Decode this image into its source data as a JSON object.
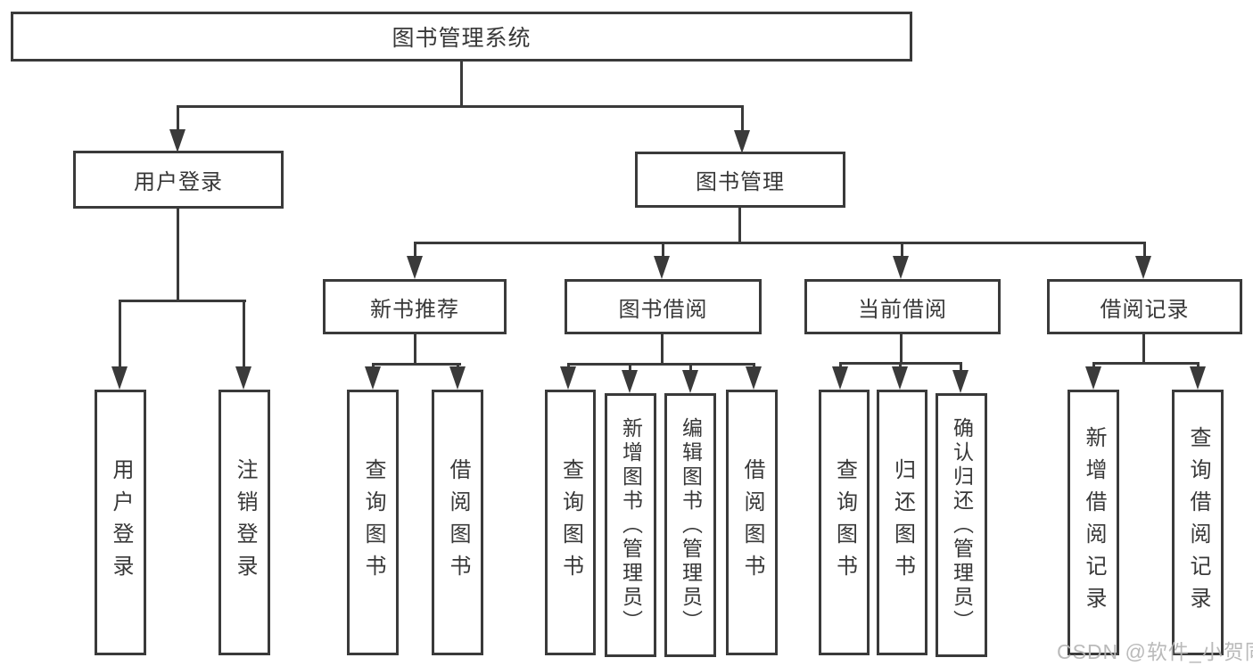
{
  "diagram": {
    "type": "hierarchy-tree",
    "title": "图书管理系统",
    "branches": [
      {
        "label": "用户登录",
        "leaves": [
          "用户登录",
          "注销登录"
        ]
      },
      {
        "label": "图书管理",
        "modules": [
          {
            "label": "新书推荐",
            "leaves": [
              "查询图书",
              "借阅图书"
            ]
          },
          {
            "label": "图书借阅",
            "leaves": [
              "查询图书",
              "新增图书（管理员）",
              "编辑图书（管理员）",
              "借阅图书"
            ]
          },
          {
            "label": "当前借阅",
            "leaves": [
              "查询图书",
              "归还图书",
              "确认归还（管理员）"
            ]
          },
          {
            "label": "借阅记录",
            "leaves": [
              "新增借阅记录",
              "查询借阅记录"
            ]
          }
        ]
      }
    ]
  },
  "colors": {
    "line": "#3a3a3a",
    "text": "#383838",
    "background": "#ffffff",
    "watermark": "#b5b5b5"
  },
  "watermark": {
    "text": "CSDN @软件_小贺同学"
  }
}
